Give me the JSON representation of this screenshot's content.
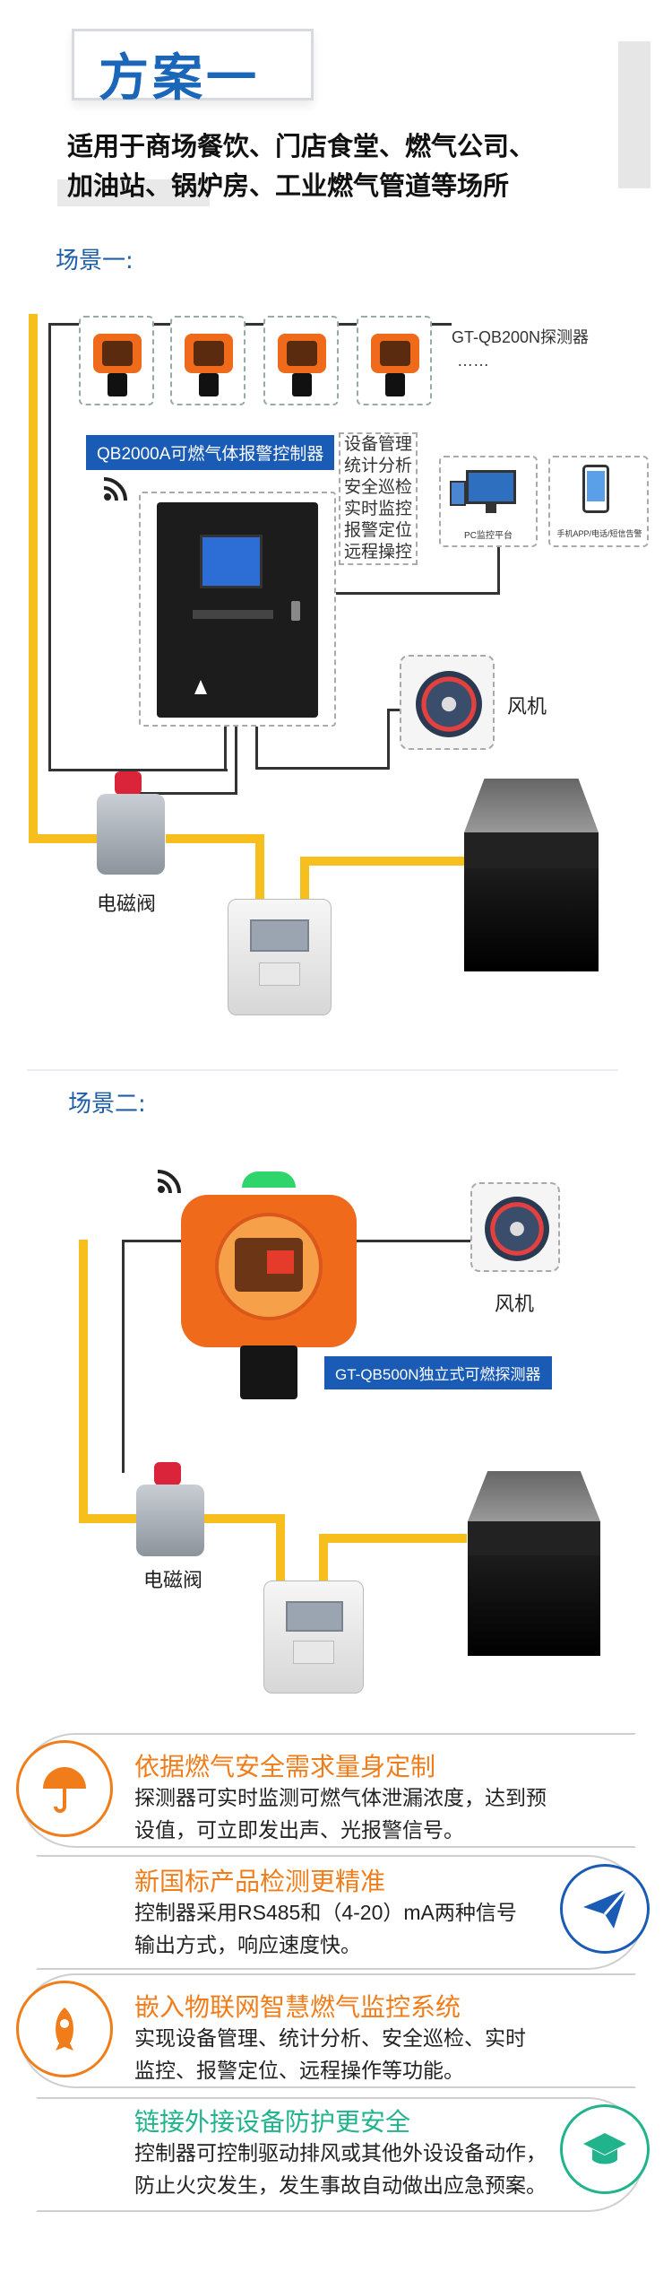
{
  "header": {
    "title": "方案一",
    "subtitle_line1": "适用于商场餐饮、门店食堂、燃气公司、",
    "subtitle_line2": "加油站、锅炉房、工业燃气管道等场所"
  },
  "scene1": {
    "label": "场景一:",
    "detector_model": "GT-QB200N探测器",
    "detector_more": "……",
    "controller_tag": "QB2000A可燃气体报警控制器",
    "functions": [
      "设备管理",
      "统计分析",
      "安全巡检",
      "实时监控",
      "报警定位",
      "远程操控"
    ],
    "pc_label": "PC监控平台",
    "app_label": "手机APP/电话/短信告警",
    "fan_label": "风机",
    "valve_label": "电磁阀"
  },
  "scene2": {
    "label": "场景二:",
    "fan_label": "风机",
    "detector_tag": "GT-QB500N独立式可燃探测器",
    "valve_label": "电磁阀"
  },
  "features": [
    {
      "title": "依据燃气安全需求量身定制",
      "body_line1": "探测器可实时监测可燃气体泄漏浓度，达到预",
      "body_line2": "设值，可立即发出声、光报警信号。",
      "icon": "umbrella-icon",
      "color": "#f07d1a"
    },
    {
      "title": "新国标产品检测更精准",
      "body_line1": "控制器采用RS485和（4-20）mA两种信号",
      "body_line2": "输出方式，响应速度快。",
      "icon": "paper-plane-icon",
      "color": "#1a5bb5"
    },
    {
      "title": "嵌入物联网智慧燃气监控系统",
      "body_line1": "实现设备管理、统计分析、安全巡检、实时",
      "body_line2": "监控、报警定位、远程操作等功能。",
      "icon": "rocket-icon",
      "color": "#f07d1a"
    },
    {
      "title": "链接外接设备防护更安全",
      "body_line1": "控制器可控制驱动排风或其他外设设备动作，",
      "body_line2": "防止火灾发生，发生事故自动做出应急预案。",
      "icon": "graduation-cap-icon",
      "color": "#20b38c"
    }
  ],
  "colors": {
    "accent_blue": "#1a5bb5",
    "pipe_yellow": "#f6bf1d",
    "green": "#20b38c",
    "orange": "#f07d1a"
  }
}
